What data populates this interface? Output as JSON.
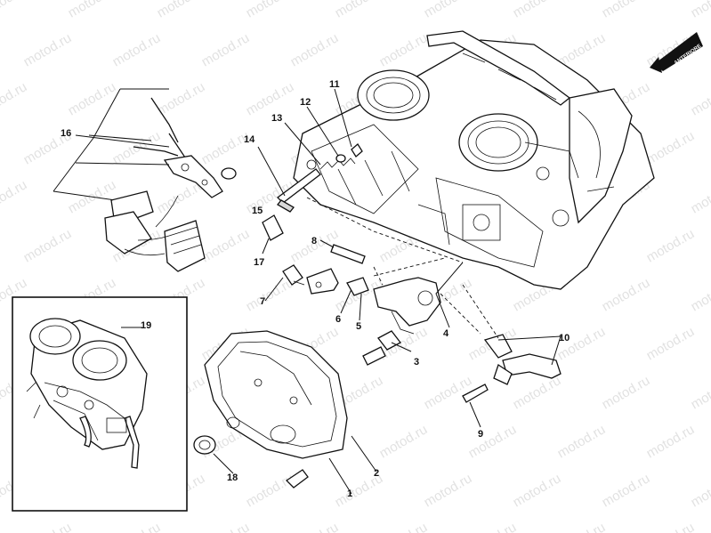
{
  "callouts": {
    "c1": "1",
    "c2": "2",
    "c3": "3",
    "c4": "4",
    "c5": "5",
    "c6": "6",
    "c7": "7",
    "c8": "8",
    "c9": "9",
    "c10": "10",
    "c11": "11",
    "c12": "12",
    "c13": "13",
    "c14": "14",
    "c15": "15",
    "c16": "16",
    "c17": "17",
    "c18": "18",
    "c19": "19"
  },
  "direction_badge": "ANTERIORE",
  "watermark": "motod.ru"
}
